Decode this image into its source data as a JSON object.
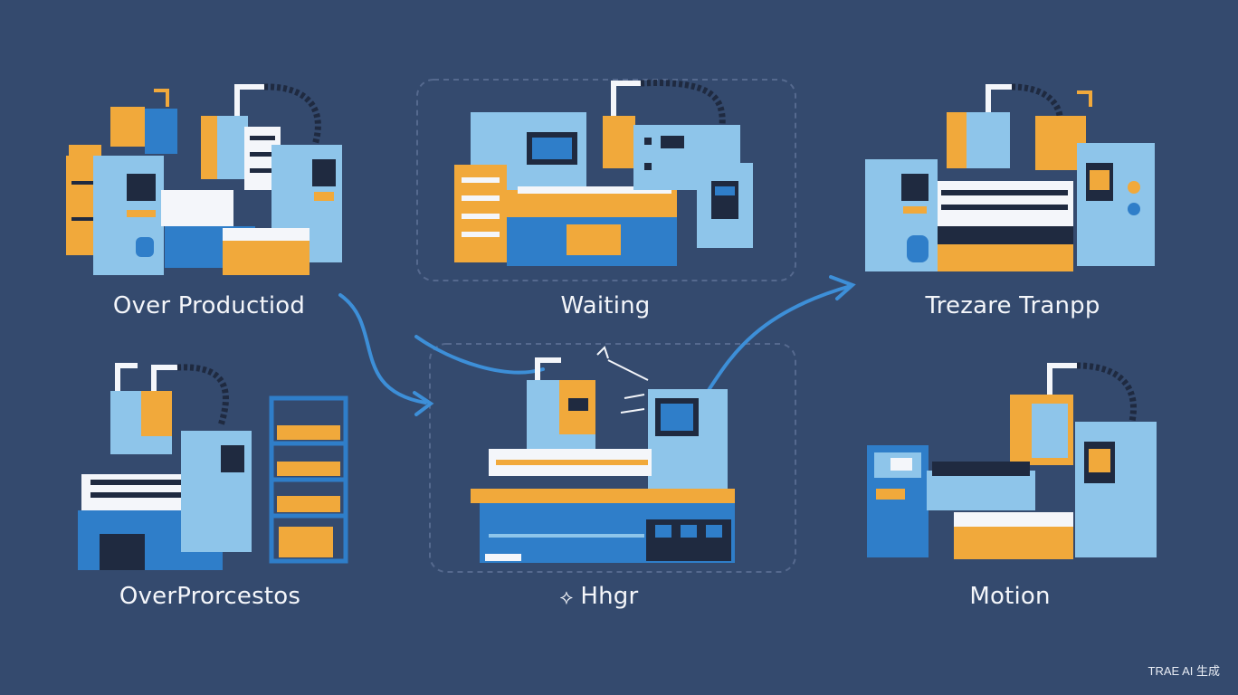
{
  "labels": {
    "top_left": "Over Productiod",
    "top_center": "Waiting",
    "top_right": "Trezare Tranpp",
    "bottom_left": "OverProrcestos",
    "bottom_center": "Hhgr",
    "bottom_right": "Motion"
  },
  "watermark": "TRAE AI 生成",
  "colors": {
    "background": "#344a6e",
    "light_blue": "#8ec5ea",
    "mid_blue": "#2f7ec9",
    "orange": "#f1a93b",
    "dark": "#1f2a40",
    "white": "#f4f6fa"
  },
  "icons": {
    "bottom_center_prefix": "diamond-icon"
  }
}
